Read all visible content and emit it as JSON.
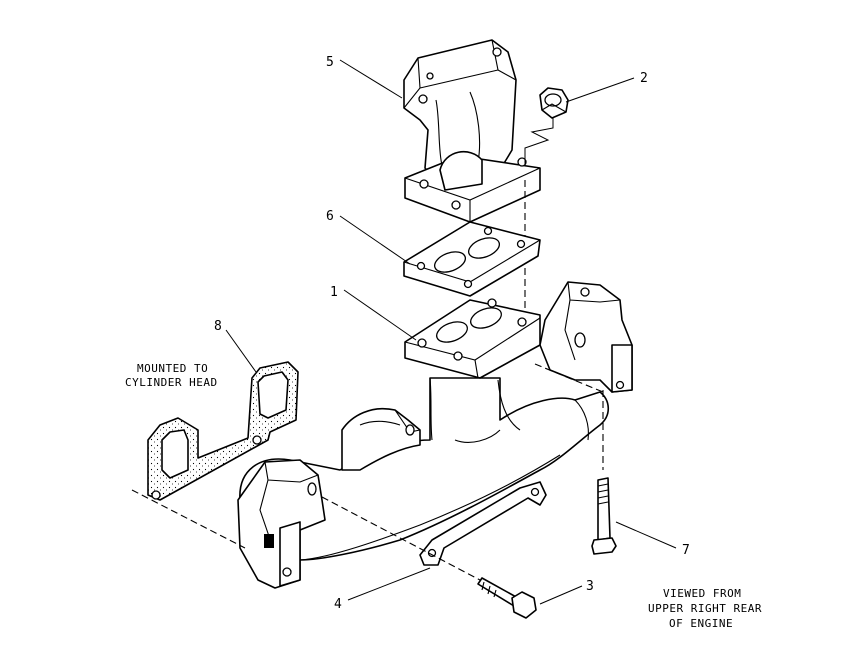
{
  "callouts": {
    "c1": "1",
    "c2": "2",
    "c3": "3",
    "c4": "4",
    "c5": "5",
    "c6": "6",
    "c7": "7",
    "c8": "8"
  },
  "notes": {
    "mounted_line1": "MOUNTED TO",
    "mounted_line2": "CYLINDER HEAD",
    "viewed_line1": "VIEWED FROM",
    "viewed_line2": "UPPER RIGHT REAR",
    "viewed_line3": "OF ENGINE"
  }
}
